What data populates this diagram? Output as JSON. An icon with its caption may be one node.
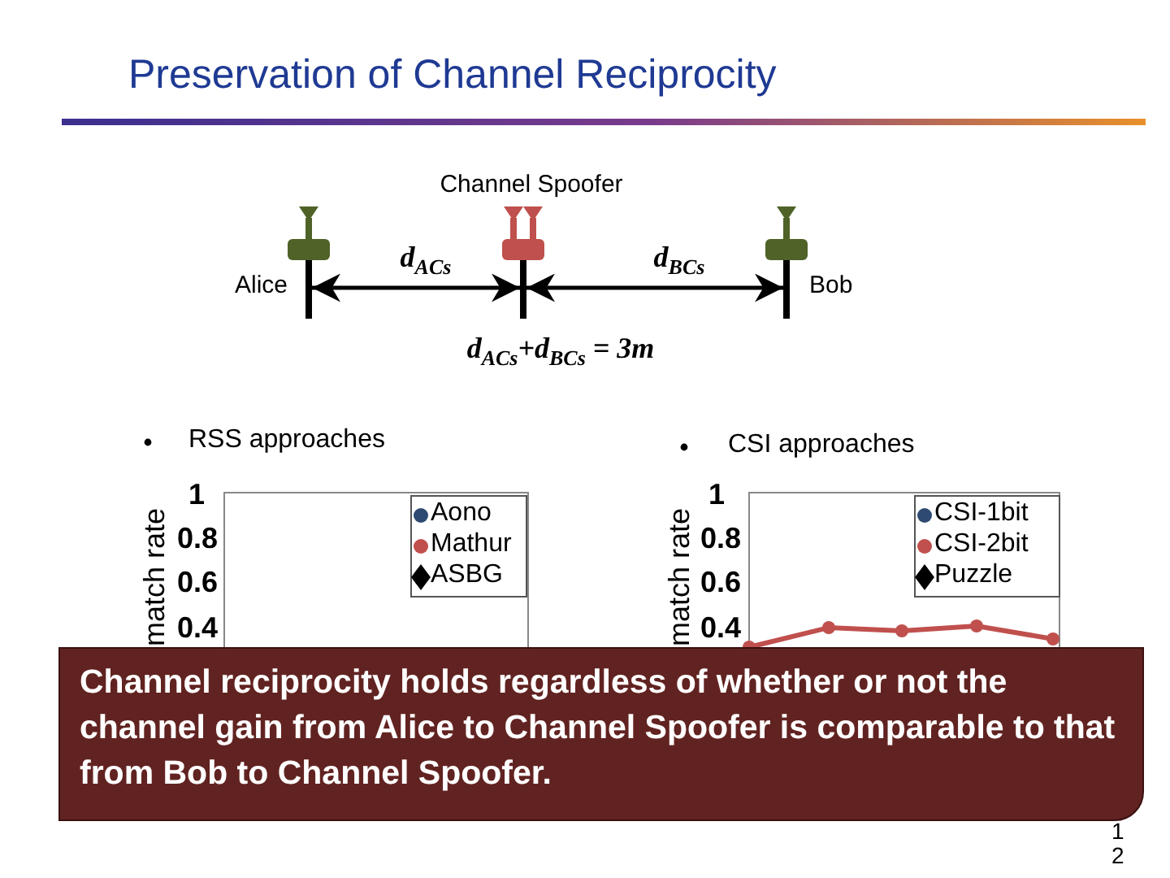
{
  "diagram": {
    "title": "Preservation of Channel Reciprocity",
    "nodes": [
      {
        "text": [
          "Channel reciprocity holds regardless of whether or not the channel gain from Alice to Channel Spoofer is comparable to that from Bob to Channel Spoofer."
        ]
      }
    ],
    "labels": [
      "Channel Spoofer",
      "d$_{ACs}$",
      "d$_{BCs}$",
      "Alice",
      "Bob",
      "d$_{ACs}$+d$_{BCs}$ = 3m",
      "RSS approaches",
      "CSI approaches",
      "1",
      "0.8",
      "0.6",
      "0.4",
      "match rate",
      "1",
      "0.8",
      "0.6",
      "0.4",
      "match rate",
      "12"
    ],
    "legend": [
      {
        "text": "Aono"
      },
      {
        "text": "Mathur"
      },
      {
        "text": "ASBG"
      },
      {
        "text": "CSI-1bit"
      },
      {
        "text": "CSI-2bit"
      },
      {
        "text": "Puzzle"
      }
    ]
  }
}
